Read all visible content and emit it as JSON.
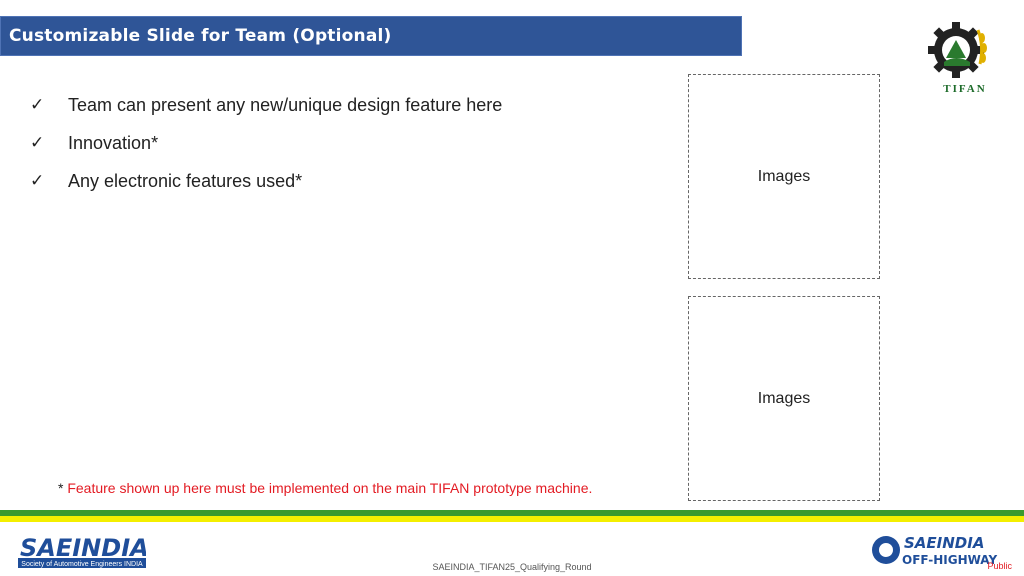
{
  "header": {
    "title": "Customizable Slide for Team (Optional)"
  },
  "bullets": [
    {
      "text": "Team can present any new/unique design feature here"
    },
    {
      "text": "Innovation*"
    },
    {
      "text": "Any electronic features used*"
    }
  ],
  "image_boxes": [
    {
      "label": "Images"
    },
    {
      "label": "Images"
    }
  ],
  "footnote": {
    "star": "*",
    "text": "Feature shown up here must be implemented on the main TIFAN prototype machine."
  },
  "logos": {
    "tifan": "TIFAN",
    "sae_left": "SAEINDIA",
    "sae_left_sub": "Society of Automotive Engineers INDIA",
    "sae_right_top": "SAEINDIA",
    "sae_right_bottom": "OFF-HIGHWAY"
  },
  "footer": {
    "center": "SAEINDIA_TIFAN25_Qualifying_Round",
    "classification": "Public"
  },
  "colors": {
    "title_bar": "#2f5597",
    "footnote": "#e31b23",
    "stripe_green": "#3a9a2e",
    "stripe_yellow": "#f4ef00"
  }
}
